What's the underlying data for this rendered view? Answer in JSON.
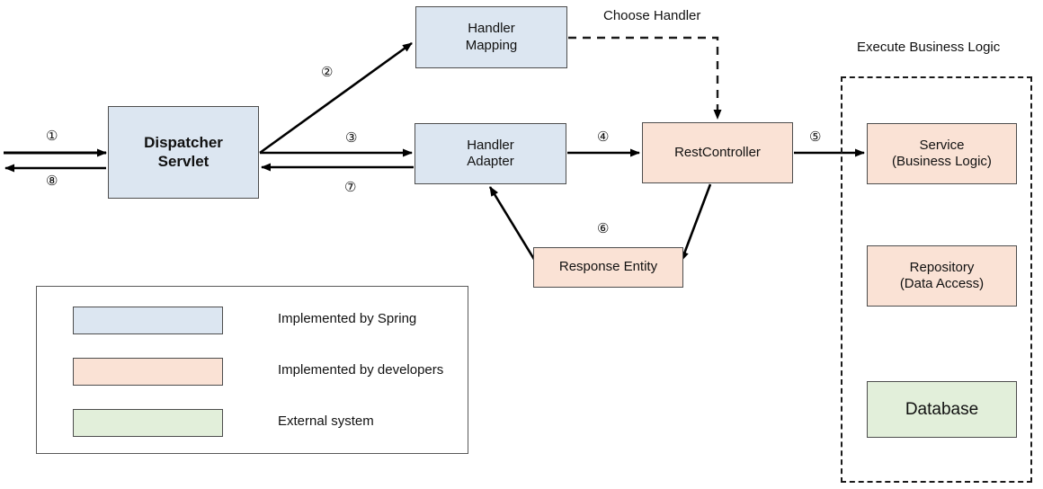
{
  "diagram": {
    "title_absent": true,
    "nodes": [
      {
        "id": "dispatcher-servlet",
        "label": "Dispatcher\nServlet",
        "color": "#dce6f1",
        "group": "Implemented by Spring"
      },
      {
        "id": "handler-mapping",
        "label": "Handler\nMapping",
        "color": "#dce6f1",
        "group": "Implemented by Spring"
      },
      {
        "id": "handler-adapter",
        "label": "Handler\nAdapter",
        "color": "#dce6f1",
        "group": "Implemented by Spring"
      },
      {
        "id": "rest-controller",
        "label": "RestController",
        "color": "#fae2d5",
        "group": "Implemented by developers"
      },
      {
        "id": "response-entity",
        "label": "Response Entity",
        "color": "#fae2d5",
        "group": "Implemented by developers"
      },
      {
        "id": "service",
        "label": "Service\n(Business Logic)",
        "color": "#fae2d5",
        "group": "Implemented by developers"
      },
      {
        "id": "repository",
        "label": "Repository\n(Data Access)",
        "color": "#fae2d5",
        "group": "Implemented by developers"
      },
      {
        "id": "database",
        "label": "Database",
        "color": "#e2efda",
        "group": "External system"
      }
    ],
    "step_markers": [
      {
        "n": "①",
        "step": 1,
        "meaning": "incoming request to Dispatcher Servlet"
      },
      {
        "n": "②",
        "step": 2,
        "meaning": "Dispatcher Servlet to Handler Mapping"
      },
      {
        "n": "③",
        "step": 3,
        "meaning": "Dispatcher Servlet to Handler Adapter"
      },
      {
        "n": "④",
        "step": 4,
        "meaning": "Handler Adapter to RestController"
      },
      {
        "n": "⑤",
        "step": 5,
        "meaning": "RestController to Service"
      },
      {
        "n": "⑥",
        "step": 6,
        "meaning": "Response Entity back to Handler Adapter"
      },
      {
        "n": "⑦",
        "step": 7,
        "meaning": "Handler Adapter to Dispatcher Servlet"
      },
      {
        "n": "⑧",
        "step": 8,
        "meaning": "Dispatcher Servlet outgoing response"
      }
    ],
    "annotations": [
      {
        "id": "choose-handler",
        "text": "Choose Handler"
      },
      {
        "id": "execute-business-logic",
        "text": "Execute Business Logic"
      }
    ],
    "legend": {
      "items": [
        {
          "label": "Implemented by Spring",
          "color": "#dce6f1"
        },
        {
          "label": "Implemented by developers",
          "color": "#fae2d5"
        },
        {
          "label": "External system",
          "color": "#e2efda"
        }
      ]
    },
    "colors": {
      "spring_blue": "#dce6f1",
      "developer_peach": "#fae2d5",
      "external_green": "#e2efda",
      "stroke": "#4d4d4d",
      "arrow": "#000000",
      "text": "#111111"
    }
  }
}
